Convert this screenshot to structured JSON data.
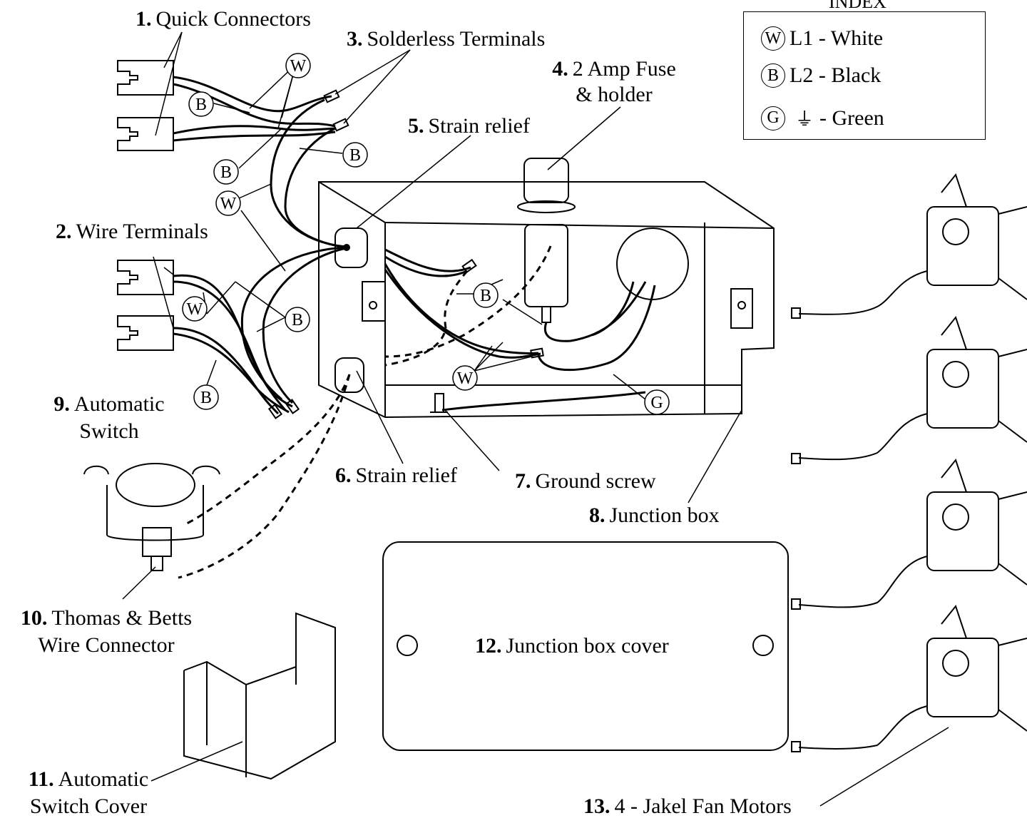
{
  "index": {
    "title": "INDEX",
    "rows": [
      {
        "badge": "W",
        "text": "L1 - White"
      },
      {
        "badge": "B",
        "text": "L2 - Black"
      },
      {
        "badge": "G",
        "text": "- Green",
        "symbol": "ground-symbol-icon"
      }
    ]
  },
  "labels": {
    "l1_num": "1.",
    "l1_text": "Quick Connectors",
    "l2_num": "2.",
    "l2_text": "Wire Terminals",
    "l3_num": "3.",
    "l3_text": "Solderless Terminals",
    "l4_num": "4.",
    "l4_text": "2 Amp Fuse",
    "l4_text2": "& holder",
    "l5_num": "5.",
    "l5_text": "Strain relief",
    "l6_num": "6.",
    "l6_text": "Strain relief",
    "l7_num": "7.",
    "l7_text": "Ground  screw",
    "l8_num": "8.",
    "l8_text": "Junction box",
    "l9_num": "9.",
    "l9_text": "Automatic",
    "l9_text2": "Switch",
    "l10_num": "10.",
    "l10_text": "Thomas & Betts",
    "l10_text2": "Wire Connector",
    "l11_num": "11.",
    "l11_text": "Automatic",
    "l11_text2": "Switch Cover",
    "l12_num": "12.",
    "l12_text": "Junction box cover",
    "l13_num": "13.",
    "l13_text": "4 - Jakel Fan Motors"
  },
  "wire_badges": [
    "W",
    "B",
    "B",
    "W",
    "B",
    "W",
    "B",
    "B",
    "B",
    "W",
    "G"
  ]
}
